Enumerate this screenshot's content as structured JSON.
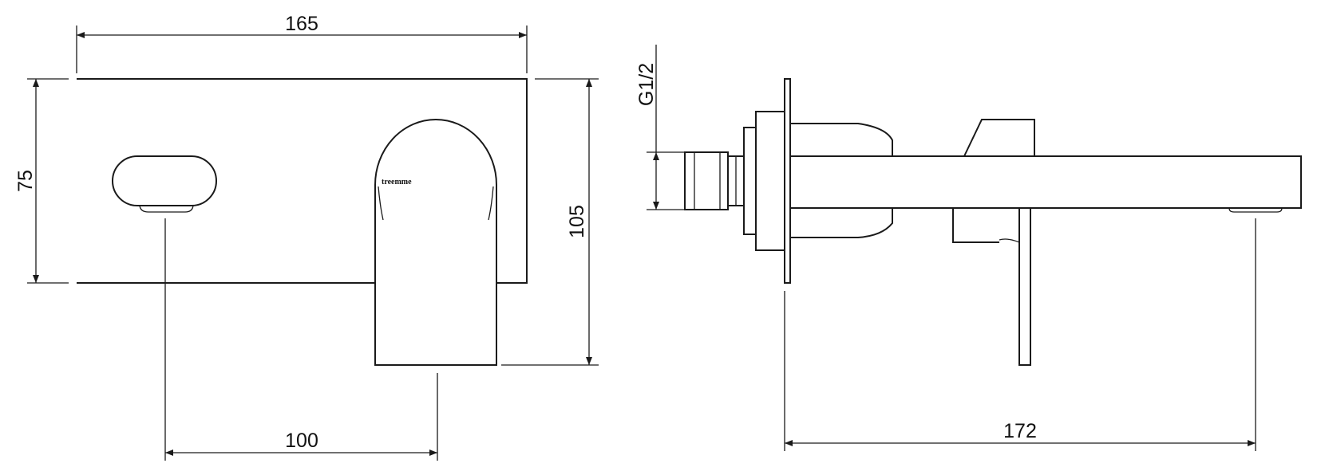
{
  "dimensions": {
    "width_top": "165",
    "height_left": "75",
    "height_right": "105",
    "spout_spacing": "100",
    "thread": "G1/2",
    "projection": "172"
  },
  "brand_mark": "treemme",
  "colors": {
    "line": "#1a1a1a",
    "background": "#ffffff"
  }
}
